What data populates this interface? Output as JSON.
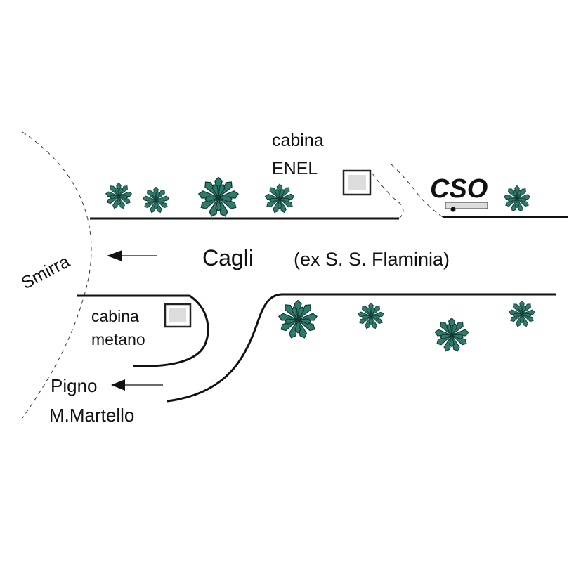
{
  "labels": {
    "road_name": "Cagli",
    "road_note": "(ex S. S. Flaminia)",
    "place_left": "Smirra",
    "enel_line1": "cabina",
    "enel_line2": "ENEL",
    "methane_line1": "cabina",
    "methane_line2": "metano",
    "dest_line1": "Pigno",
    "dest_line2": "M.Martello",
    "station_code": "CSO"
  },
  "icons": {
    "plant": "plant-icon",
    "arrow": "arrow-left-icon",
    "building": "building-icon",
    "instrument": "instrument-icon"
  },
  "colors": {
    "plant_fill": "#2f7a6b",
    "plant_stroke": "#103a32",
    "road": "#111111",
    "building_fill": "#dcdcdc"
  }
}
